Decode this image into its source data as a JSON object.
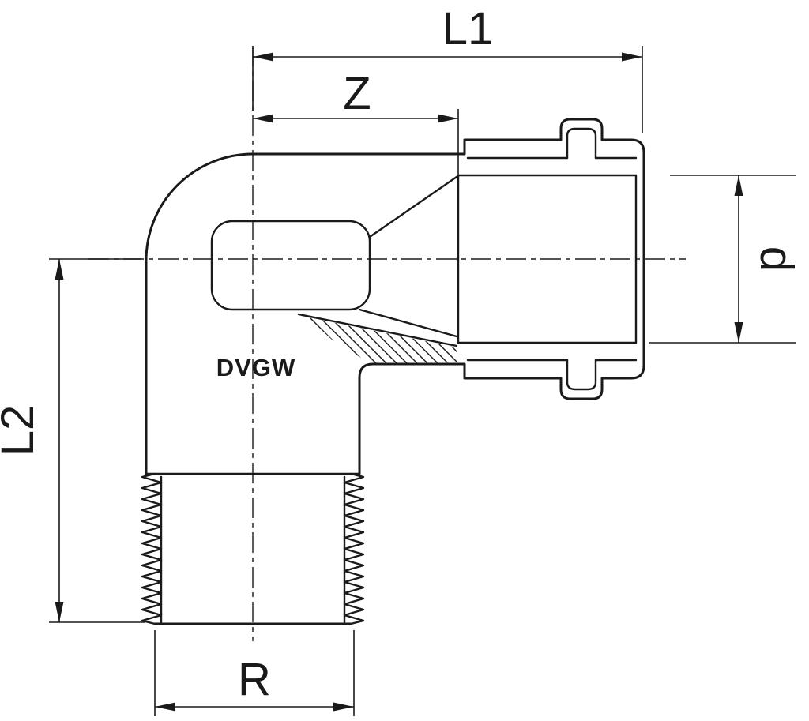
{
  "diagram": {
    "labels": {
      "l1": "L1",
      "z": "Z",
      "l2": "L2",
      "r": "R",
      "p": "p",
      "marking": "DVGW"
    },
    "colors": {
      "line": "#1a1a1a",
      "background": "#ffffff"
    }
  }
}
